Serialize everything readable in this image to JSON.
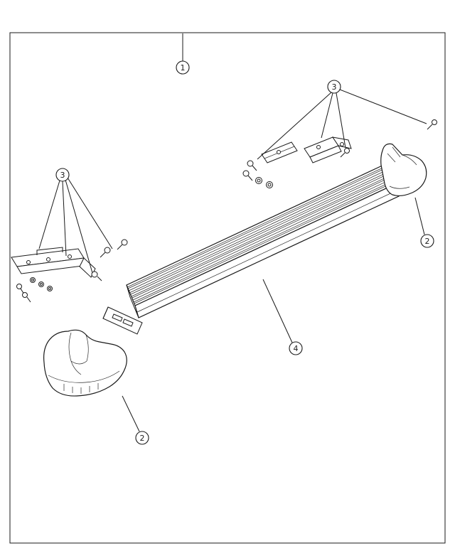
{
  "page": {
    "background_color": "#ffffff",
    "line_color": "#1a1a1a"
  },
  "diagram": {
    "kind": "exploded-parts-diagram",
    "description": "Running board assembly with mounting brackets, fasteners and end caps",
    "callouts": [
      {
        "id": "callout-1-top",
        "label": "1"
      },
      {
        "id": "callout-3-upper-right",
        "label": "3"
      },
      {
        "id": "callout-2-right",
        "label": "2"
      },
      {
        "id": "callout-3-left",
        "label": "3"
      },
      {
        "id": "callout-4-center",
        "label": "4"
      },
      {
        "id": "callout-2-bottom-left",
        "label": "2"
      }
    ]
  }
}
